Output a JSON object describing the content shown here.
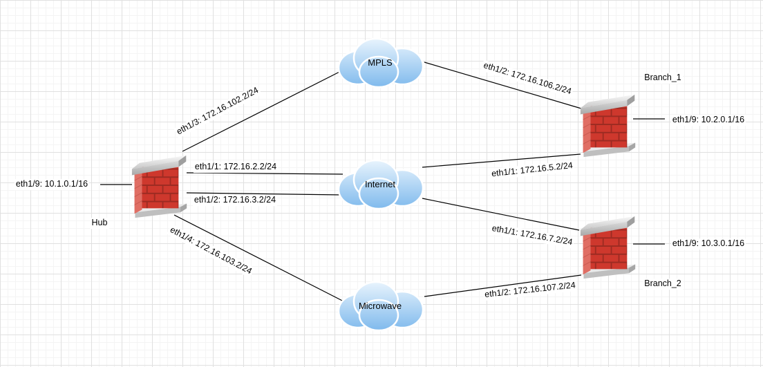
{
  "nodes": {
    "hub": {
      "name": "Hub",
      "lan_interface": "eth1/9: 10.1.0.1/16"
    },
    "branch1": {
      "name": "Branch_1",
      "lan_interface": "eth1/9: 10.2.0.1/16"
    },
    "branch2": {
      "name": "Branch_2",
      "lan_interface": "eth1/9: 10.3.0.1/16"
    },
    "mpls": {
      "name": "MPLS"
    },
    "internet": {
      "name": "Internet"
    },
    "microwave": {
      "name": "Microwave"
    }
  },
  "links": {
    "hub_to_mpls": {
      "label": "eth1/3: 172.16.102.2/24"
    },
    "hub_to_internet_1": {
      "label": "eth1/1: 172.16.2.2/24"
    },
    "hub_to_internet_2": {
      "label": "eth1/2: 172.16.3.2/24"
    },
    "hub_to_microwave": {
      "label": "eth1/4: 172.16.103.2/24"
    },
    "mpls_to_branch1": {
      "label": "eth1/2: 172.16.106.2/24"
    },
    "internet_to_branch1": {
      "label": "eth1/1: 172.16.5.2/24"
    },
    "internet_to_branch2": {
      "label": "eth1/1: 172.16.7.2/24"
    },
    "microwave_to_branch2": {
      "label": "eth1/2: 172.16.107.2/24"
    }
  },
  "colors": {
    "grid_minor": "#f4f4f4",
    "grid_major": "#e0e0e0",
    "edge": "#000000",
    "brick_red": "#ce382d",
    "brick_mortar": "#9c2b22",
    "brick_side": "#e06e64",
    "cap_gray": "#c9c9c9",
    "cloud_top": "#eef7fe",
    "cloud_bottom": "#7cb8ec"
  }
}
